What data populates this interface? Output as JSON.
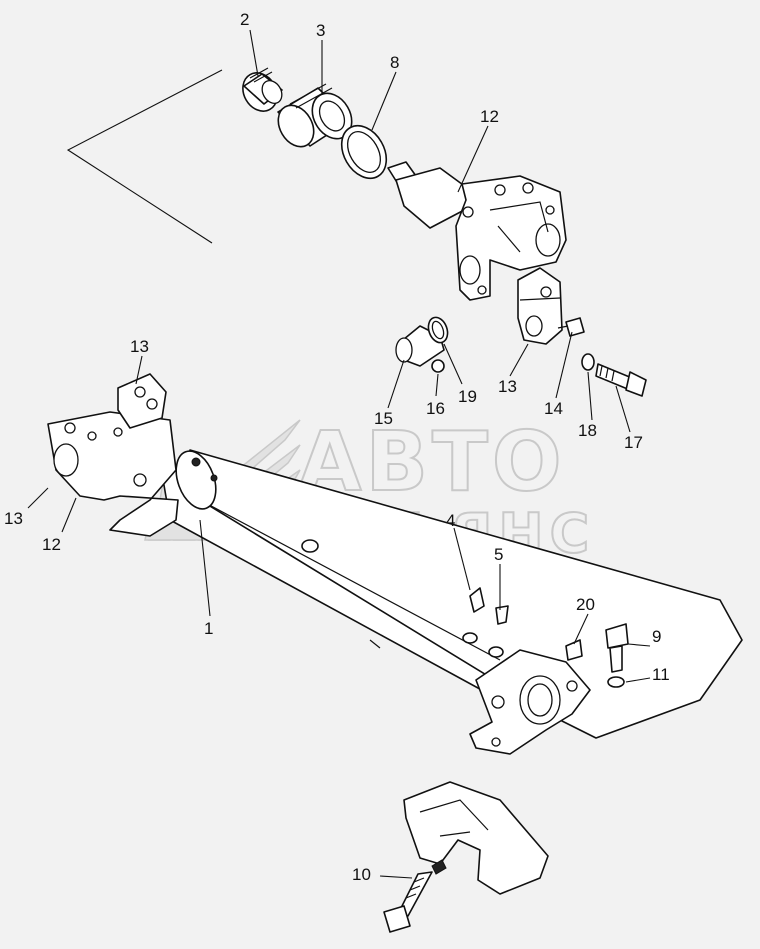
{
  "watermark": {
    "line1": "АВТО",
    "line2": "АЛЬЯНС"
  },
  "callouts": {
    "c2": "2",
    "c3": "3",
    "c8": "8",
    "c12_top": "12",
    "c13_top": "13",
    "c13_left": "13",
    "c12_left": "12",
    "c1": "1",
    "c4": "4",
    "c5": "5",
    "c20": "20",
    "c9": "9",
    "c11": "11",
    "c10": "10",
    "c15": "15",
    "c16": "16",
    "c19": "19",
    "c13_mid": "13",
    "c14": "14",
    "c18": "18",
    "c17": "17"
  }
}
